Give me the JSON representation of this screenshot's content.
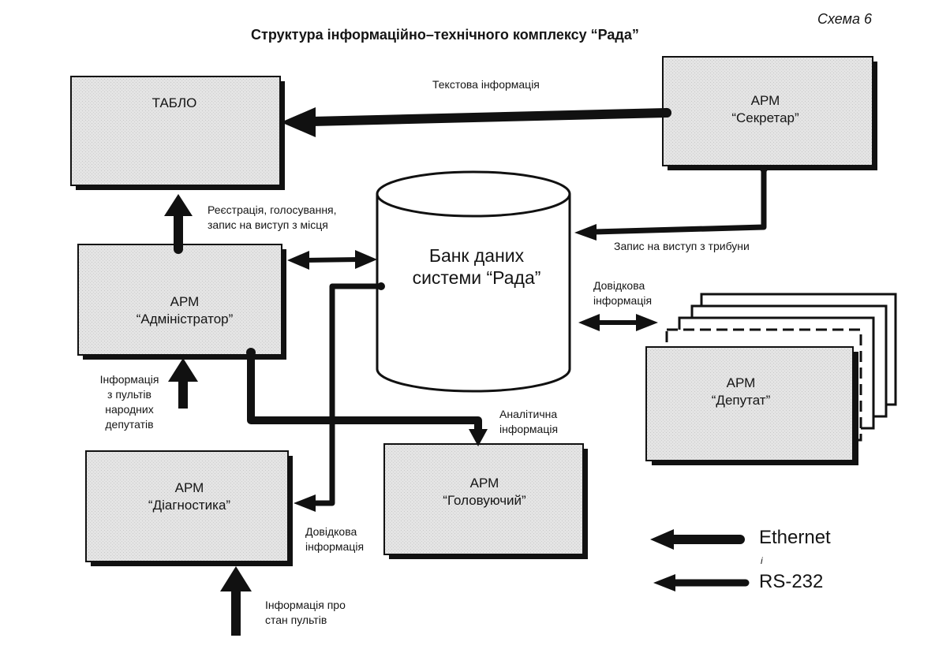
{
  "page": {
    "scheme_number": "Схема 6",
    "title": "Структура інформаційно–технічного комплексу “Рада”"
  },
  "nodes": {
    "tablo": {
      "line1": "ТАБЛО"
    },
    "secretar": {
      "line1": "АРМ",
      "line2": "“Секретар”"
    },
    "admin": {
      "line1": "АРМ",
      "line2": "“Адміністратор”"
    },
    "database": {
      "line1": "Банк даних",
      "line2": "системи “Рада”"
    },
    "deputat": {
      "line1": "АРМ",
      "line2": "“Депутат”"
    },
    "diagnostyka": {
      "line1": "АРМ",
      "line2": "“Діагностика”"
    },
    "holovuyuchyi": {
      "line1": "АРМ",
      "line2": "“Головуючий”"
    }
  },
  "edges": {
    "text_info": "Текстова інформація",
    "registration": [
      "Реєстрація, голосування,",
      "запис на виступ з місця"
    ],
    "tribune": "Запис на виступ з трибуни",
    "reference_deputat": [
      "Довідкова",
      "інформація"
    ],
    "panels": [
      "Інформація",
      "з пультів",
      "народних",
      "депутатів"
    ],
    "analytic": [
      "Аналітична",
      "інформація"
    ],
    "reference_diag": [
      "Довідкова",
      "інформація"
    ],
    "panel_state": [
      "Інформація про",
      "стан пультів"
    ]
  },
  "legend": {
    "ethernet": "Ethernet",
    "rs232": "RS-232",
    "separator": "і"
  },
  "colors": {
    "box_fill": "#e4e4e4",
    "ink": "#111111"
  }
}
